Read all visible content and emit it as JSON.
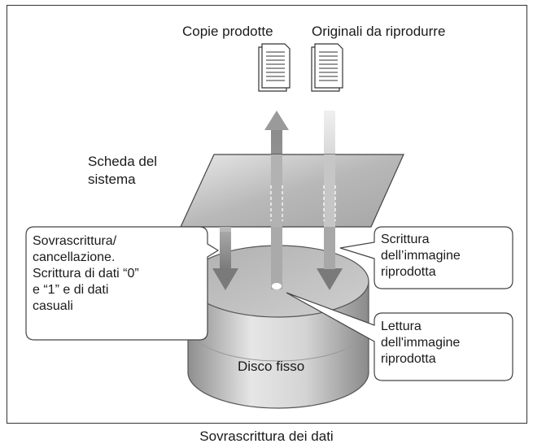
{
  "labels": {
    "copies": "Copie prodotte",
    "originals": "Originali da riprodurre",
    "board_line1": "Scheda del",
    "board_line2": "sistema",
    "disk": "Disco fisso"
  },
  "callouts": {
    "overwrite": [
      "Sovrascrittura/",
      "cancellazione.",
      "Scrittura di dati “0”",
      "e “1” e di dati",
      "casuali"
    ],
    "write": [
      "Scrittura",
      "dell’immagine",
      "riprodotta"
    ],
    "read": [
      "Lettura",
      "dell'immagine",
      "riprodotta"
    ]
  },
  "caption": "Sovrascrittura dei dati",
  "colors": {
    "arrow_dark": "#7a7a7a",
    "arrow_light": "#c8c8c8",
    "disk": "#b5b5b5",
    "board": "#c4c4c4"
  }
}
